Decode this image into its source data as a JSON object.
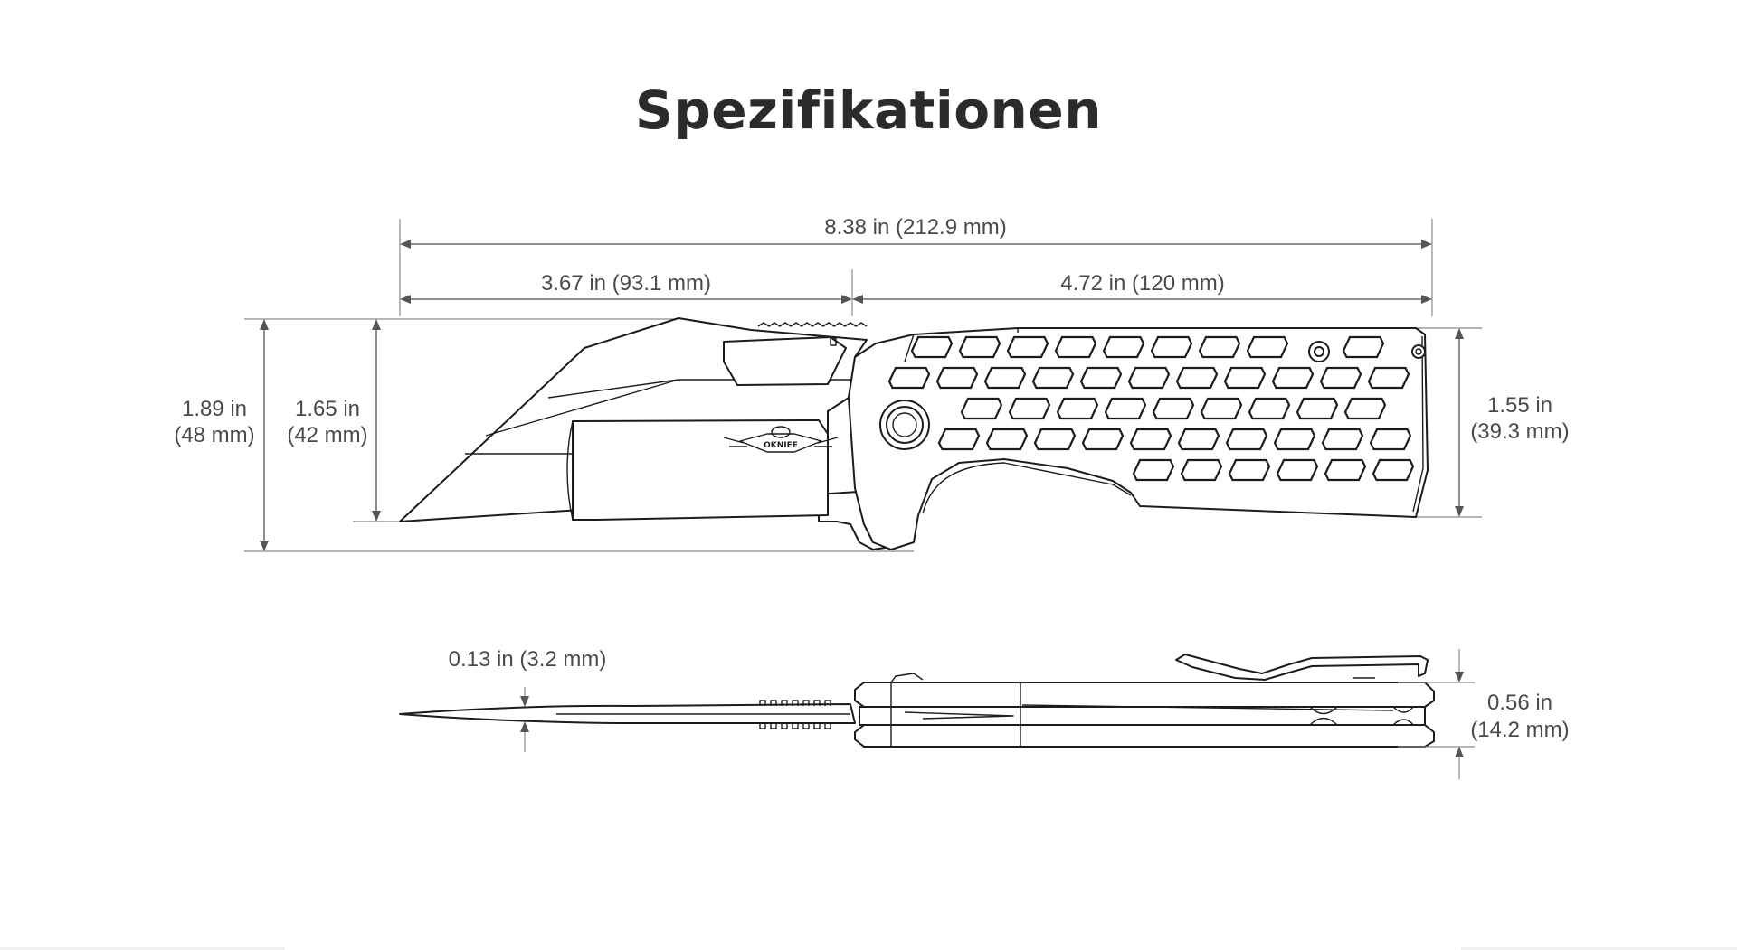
{
  "title": "Spezifikationen",
  "dimensions": {
    "overall_length": "8.38 in (212.9 mm)",
    "blade_length": "3.67 in (93.1 mm)",
    "handle_length": "4.72 in (120 mm)",
    "overall_height": {
      "in": "1.89 in",
      "mm": "(48 mm)"
    },
    "blade_height": {
      "in": "1.65 in",
      "mm": "(42 mm)"
    },
    "handle_height": {
      "in": "1.55 in",
      "mm": "(39.3 mm)"
    },
    "blade_thickness": "0.13 in (3.2 mm)",
    "closed_thickness": {
      "in": "0.56 in",
      "mm": "(14.2 mm)"
    }
  },
  "logo_text": "OKNIFE",
  "colors": {
    "line": "#1c1c1c",
    "dimension": "#6a6a6a",
    "text": "#4a4a4a",
    "background": "#ffffff"
  }
}
